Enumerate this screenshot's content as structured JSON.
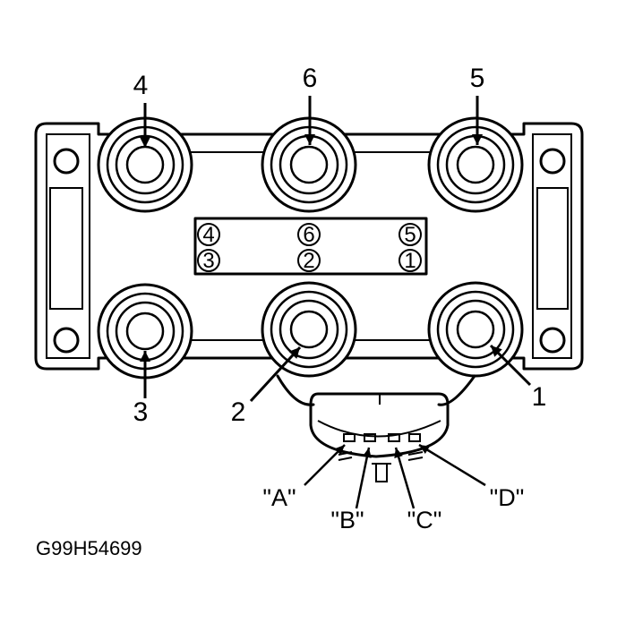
{
  "figure_id": "G99H54699",
  "towers": [
    {
      "name": "tower-4",
      "label": "4"
    },
    {
      "name": "tower-6",
      "label": "6"
    },
    {
      "name": "tower-5",
      "label": "5"
    },
    {
      "name": "tower-3",
      "label": "3"
    },
    {
      "name": "tower-2",
      "label": "2"
    },
    {
      "name": "tower-1",
      "label": "1"
    }
  ],
  "firing_plate": {
    "top_row": [
      "4",
      "6",
      "5"
    ],
    "bottom_row": [
      "3",
      "2",
      "1"
    ]
  },
  "connector_pins": [
    "\"A\"",
    "\"B\"",
    "\"C\"",
    "\"D\""
  ]
}
